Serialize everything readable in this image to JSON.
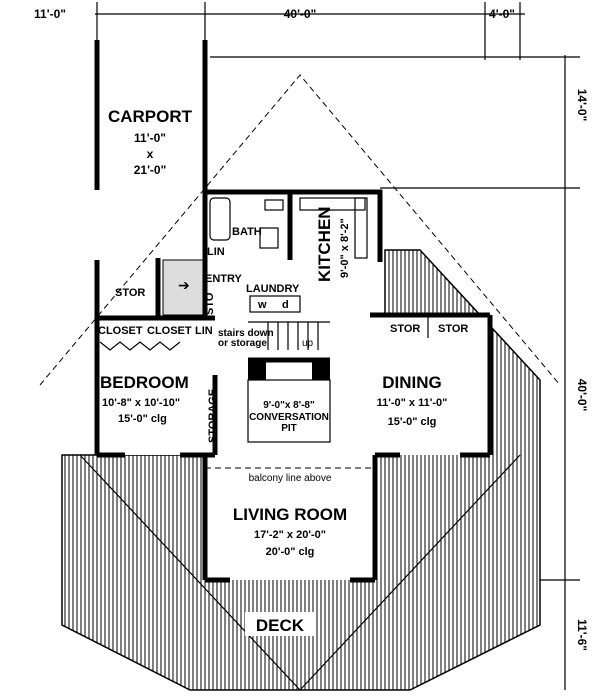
{
  "dimensions": {
    "top": [
      "11'-0\"",
      "40'-0\"",
      "4'-0\""
    ],
    "right": [
      "14'-0\"",
      "40'-0\"",
      "11'-6\""
    ]
  },
  "rooms": {
    "carport": {
      "name": "CARPORT",
      "size_w": "11'-0\"",
      "x": "x",
      "size_h": "21'-0\""
    },
    "bath": {
      "name": "BATH"
    },
    "kitchen": {
      "name": "KITCHEN",
      "size": "9'-0\" x 8'-2\""
    },
    "entry": {
      "name": "ENTRY"
    },
    "laundry": {
      "name": "LAUNDRY",
      "washer": "w",
      "dryer": "d"
    },
    "stor_left": {
      "name": "STOR"
    },
    "lin_bath": {
      "name": "LIN"
    },
    "stor_entry": {
      "name": "STO"
    },
    "closet1": {
      "name": "CLOSET"
    },
    "closet2": {
      "name": "CLOSET"
    },
    "lin_hall": {
      "name": "LIN"
    },
    "stairs": {
      "line1": "stairs down",
      "line2": "or storage",
      "up": "up"
    },
    "bedroom": {
      "name": "BEDROOM",
      "size": "10'-8\" x 10'-10\"",
      "ceiling": "15'-0\" clg"
    },
    "storage": {
      "name": "STORAGE"
    },
    "pit": {
      "size": "9'-0\"x 8'-8\"",
      "name1": "CONVERSATION",
      "name2": "PIT"
    },
    "dining": {
      "name": "DINING",
      "size": "11'-0\" x 11'-0\"",
      "ceiling": "15'-0\" clg",
      "stor1": "STOR",
      "stor2": "STOR"
    },
    "balcony": {
      "label": "balcony line above"
    },
    "living": {
      "name": "LIVING ROOM",
      "size": "17'-2\" x 20'-0\"",
      "ceiling": "20'-0\" clg"
    },
    "deck": {
      "name": "DECK"
    }
  }
}
